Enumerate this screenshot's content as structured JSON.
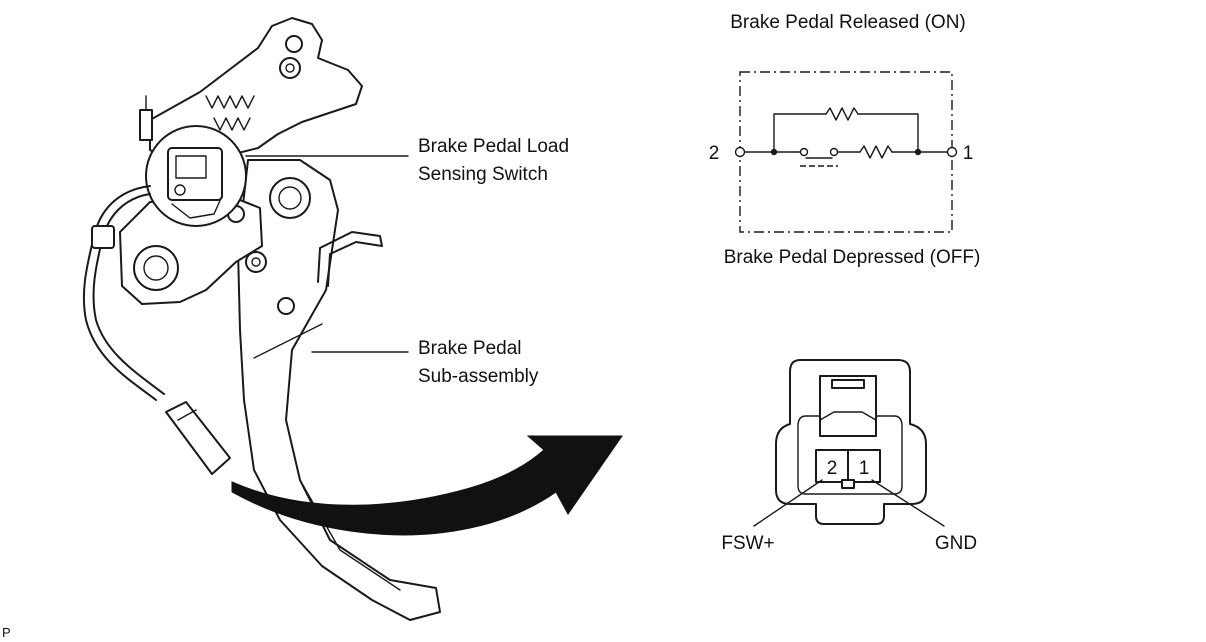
{
  "pedal_illustration": {
    "switch_label_line1": "Brake Pedal Load",
    "switch_label_line2": "Sensing Switch",
    "pedal_label_line1": "Brake Pedal",
    "pedal_label_line2": "Sub-assembly"
  },
  "circuit": {
    "title_released": "Brake Pedal Released (ON)",
    "title_depressed": "Brake Pedal Depressed (OFF)",
    "terminal_left": "2",
    "terminal_right": "1"
  },
  "connector": {
    "pin_left": "2",
    "pin_right": "1",
    "label_left": "FSW+",
    "label_right": "GND"
  },
  "footer": {
    "corner_code": "P"
  },
  "colors": {
    "line": "#1a1a1a",
    "background": "#ffffff"
  }
}
